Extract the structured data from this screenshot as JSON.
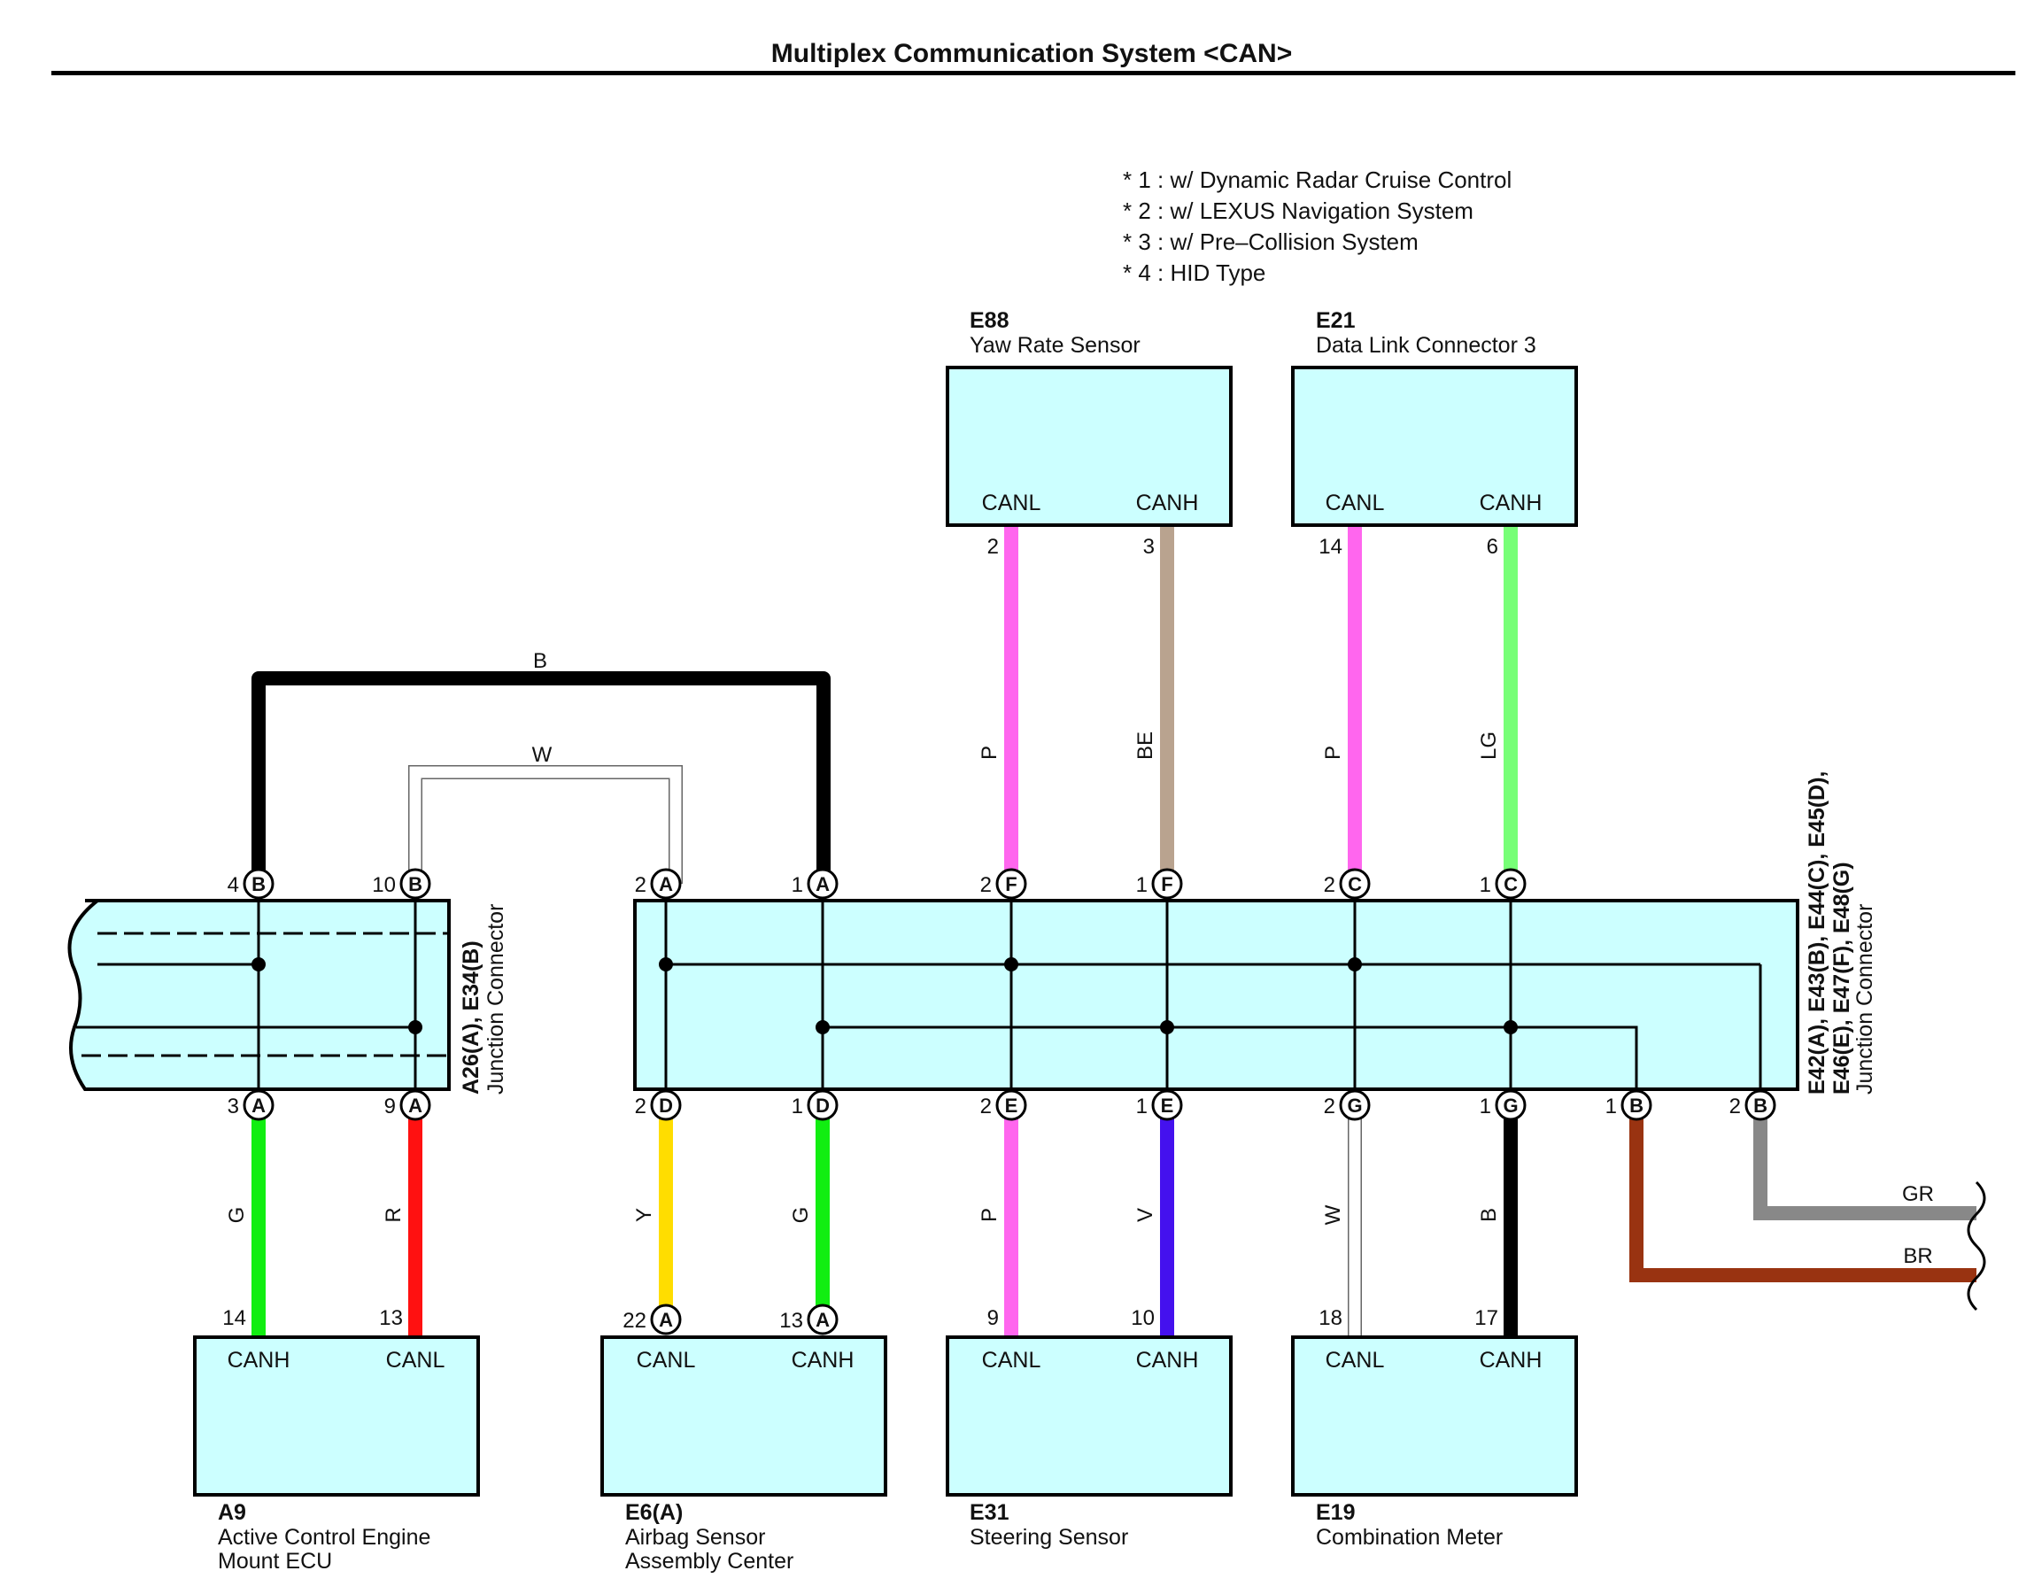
{
  "title": "Multiplex Communication System <CAN>",
  "notes": [
    "* 1 : w/ Dynamic Radar Cruise Control",
    "* 2 : w/ LEXUS Navigation System",
    "* 3 : w/ Pre–Collision System",
    "* 4 : HID Type"
  ],
  "components": {
    "e88": {
      "code": "E88",
      "name": "Yaw Rate Sensor",
      "pins": [
        {
          "label": "CANL",
          "num": "2",
          "color": "P"
        },
        {
          "label": "CANH",
          "num": "3",
          "color": "BE"
        }
      ]
    },
    "e21": {
      "code": "E21",
      "name": "Data Link Connector 3",
      "pins": [
        {
          "label": "CANL",
          "num": "14",
          "color": "P"
        },
        {
          "label": "CANH",
          "num": "6",
          "color": "LG"
        }
      ]
    },
    "a9": {
      "code": "A9",
      "name_lines": [
        "Active Control Engine",
        "Mount ECU"
      ],
      "pins": [
        {
          "label": "CANH",
          "num": "14",
          "color": "G"
        },
        {
          "label": "CANL",
          "num": "13",
          "color": "R"
        }
      ]
    },
    "e6": {
      "code": "E6(A)",
      "name_lines": [
        "Airbag Sensor",
        "Assembly Center"
      ],
      "pins": [
        {
          "label": "CANL",
          "num": "22",
          "color": "Y",
          "conn": "A"
        },
        {
          "label": "CANH",
          "num": "13",
          "color": "G",
          "conn": "A"
        }
      ]
    },
    "e31": {
      "code": "E31",
      "name": "Steering Sensor",
      "pins": [
        {
          "label": "CANL",
          "num": "9",
          "color": "P"
        },
        {
          "label": "CANH",
          "num": "10",
          "color": "V"
        }
      ]
    },
    "e19": {
      "code": "E19",
      "name": "Combination Meter",
      "pins": [
        {
          "label": "CANL",
          "num": "18",
          "color": "W"
        },
        {
          "label": "CANH",
          "num": "17",
          "color": "B"
        }
      ]
    }
  },
  "junction_left": {
    "label_codes": "A26(A), E34(B)",
    "label_name": "Junction Connector",
    "top_terminals": [
      {
        "num": "4",
        "conn": "B"
      },
      {
        "num": "10",
        "conn": "B"
      }
    ],
    "bottom_terminals": [
      {
        "num": "3",
        "conn": "A"
      },
      {
        "num": "9",
        "conn": "A"
      }
    ]
  },
  "junction_right": {
    "label_line1": "E42(A), E43(B), E44(C), E45(D),",
    "label_line2": "E46(E), E47(F), E48(G)",
    "label_name": "Junction Connector",
    "top_terminals": [
      {
        "num": "2",
        "conn": "A"
      },
      {
        "num": "1",
        "conn": "A"
      },
      {
        "num": "2",
        "conn": "F"
      },
      {
        "num": "1",
        "conn": "F"
      },
      {
        "num": "2",
        "conn": "C"
      },
      {
        "num": "1",
        "conn": "C"
      }
    ],
    "bottom_terminals": [
      {
        "num": "2",
        "conn": "D"
      },
      {
        "num": "1",
        "conn": "D"
      },
      {
        "num": "2",
        "conn": "E"
      },
      {
        "num": "1",
        "conn": "E"
      },
      {
        "num": "2",
        "conn": "G"
      },
      {
        "num": "1",
        "conn": "G"
      },
      {
        "num": "1",
        "conn": "B"
      },
      {
        "num": "2",
        "conn": "B"
      }
    ]
  },
  "bridge_wires": {
    "outer_color": "B",
    "inner_color": "W"
  },
  "output_wires": {
    "gr": "GR",
    "br": "BR"
  },
  "wire_colors": {
    "black": "#000000",
    "white": "#ffffff",
    "pink": "#ff66ee",
    "beige": "#b9a38f",
    "light_green": "#77ff77",
    "green": "#11ee11",
    "red": "#ff1111",
    "yellow": "#ffdd00",
    "violet": "#4411ee",
    "gray": "#888888",
    "brown": "#993311",
    "box_fill": "#ccffff"
  }
}
